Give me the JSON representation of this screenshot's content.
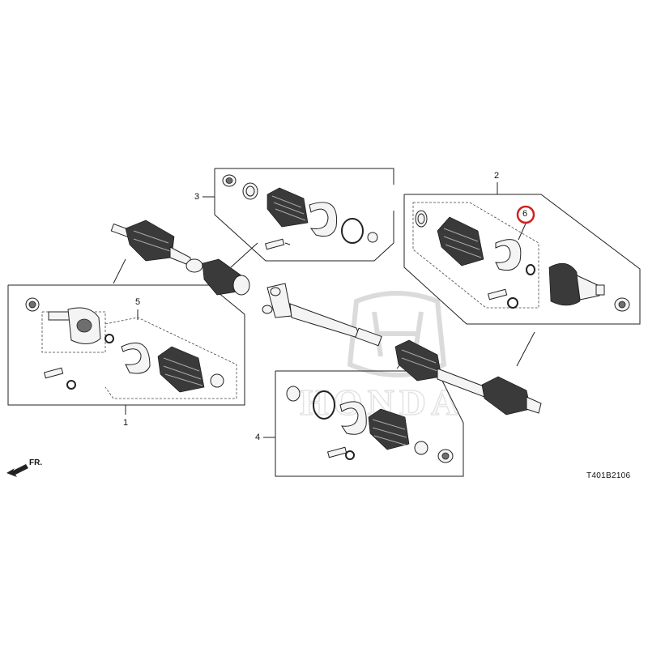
{
  "diagram": {
    "callouts": {
      "c1": "1",
      "c2": "2",
      "c3": "3",
      "c4": "4",
      "c5": "5",
      "c6": "6"
    },
    "highlight_color": "#d42020",
    "diagram_code": "T401B2106",
    "direction_label": "FR.",
    "watermark_text": "HONDA",
    "icons": {
      "direction": "front-direction-arrow-icon",
      "watermark": "honda-logo-icon"
    }
  }
}
